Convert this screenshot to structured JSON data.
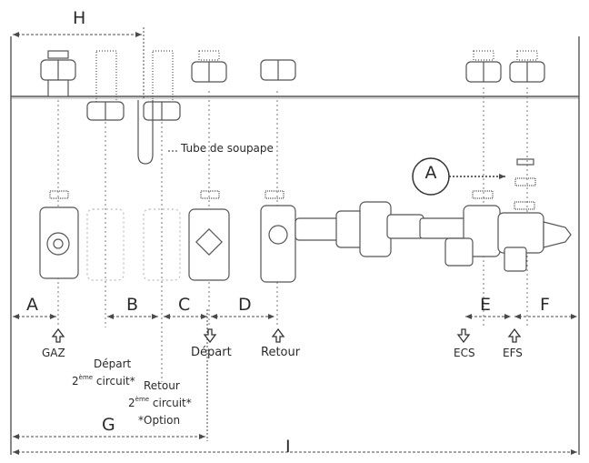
{
  "dimensions": {
    "A": "A",
    "B": "B",
    "C": "C",
    "D": "D",
    "E": "E",
    "F": "F",
    "G": "G",
    "H": "H",
    "I": "I"
  },
  "detail_marker": "A",
  "labels": {
    "tube": "Tube de soupape",
    "gaz": "GAZ",
    "depart2_l1": "Départ",
    "depart2_l2_pre": "2",
    "depart2_l2_sup": "ème",
    "depart2_l2_post": " circuit*",
    "retour2_l1": "Retour",
    "retour2_l2_pre": "2",
    "retour2_l2_sup": "ème",
    "retour2_l2_post": " circuit*",
    "option": "*Option",
    "depart": "Départ",
    "retour": "Retour",
    "ecs": "ECS",
    "efs": "EFS"
  },
  "colors": {
    "line": "#4a4a4a",
    "text": "#2a2a2a",
    "background": "#ffffff"
  }
}
